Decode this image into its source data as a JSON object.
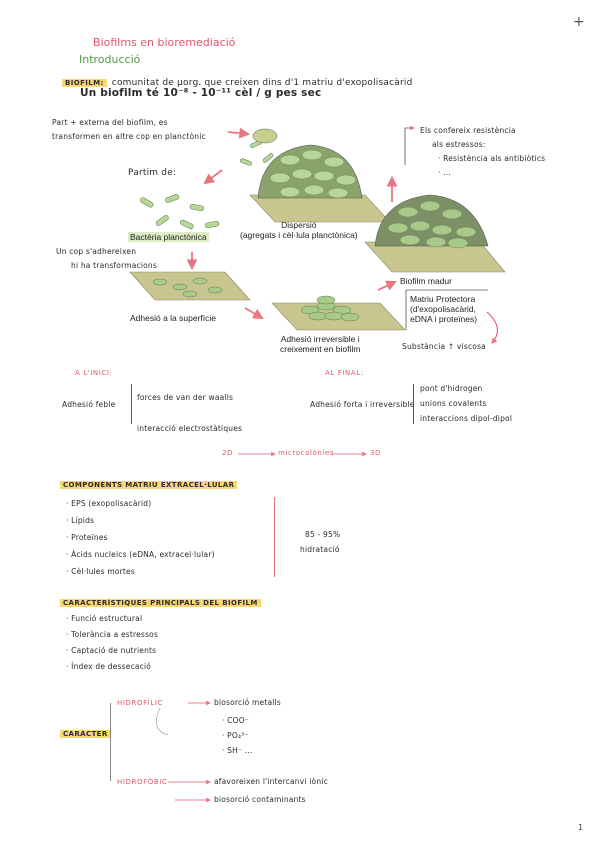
{
  "header": {
    "title": "Biofilms en bioremediació",
    "plus": "+"
  },
  "intro": {
    "heading": "Introducció",
    "tag": "BIOFILM:",
    "definition": "comunitat de μorg. que creixen dins d'1 matriu d'exopolisacàrid",
    "density": "Un biofilm té 10⁻⁸ - 10⁻¹¹ cèl / g pes sec"
  },
  "diagram": {
    "note_left": [
      "Part + externa del biofilm, es",
      "transformen en altre cop en planctònic"
    ],
    "partim_de": "Partim de:",
    "bacteria_label": "Bactèria planctònica",
    "cop_adhereixen": [
      "Un cop s'adhereixen",
      "hi ha transformacions"
    ],
    "adhesio_superficie": "Adhesió a la superfície",
    "adhesio_irreversible": [
      "Adhesió irreversible i",
      "creixement en biofilm"
    ],
    "dispersio": [
      "Dispersió",
      "(agregats i cèl·lula planctònica)"
    ],
    "confereix": [
      "Els confereix resistència",
      "als estressos:"
    ],
    "resist_items": [
      "Resistència als antibiòtics",
      "..."
    ],
    "biofilm_madur": "Biofilm madur",
    "matriu": [
      "Matriu Protectora",
      "(d'exopolisacàrid,",
      "eDNA i proteïnes)"
    ],
    "substancia": "Substància ↑ viscosa"
  },
  "adhesion": {
    "start_label": "A L'INICI:",
    "end_label": "AL FINAL:",
    "feble": "Adhesió feble",
    "feble_items": [
      "forces de van der waalls",
      "interacció electrostàtiques"
    ],
    "forta": "Adhesió forta i irreversible",
    "forta_items": [
      "pont d'hidrogen",
      "unions covalents",
      "interaccions dipol-dipol"
    ],
    "flow": [
      "2D",
      "microcolònies",
      "3D"
    ]
  },
  "matrix": {
    "heading": "COMPONENTS MATRIU EXTRACEL·LULAR",
    "items": [
      "EPS (exopolisacàrid)",
      "Lípids",
      "Proteïnes",
      "Àcids nucleics (eDNA, extracel·lular)",
      "Cèl·lules mortes"
    ],
    "hydration_value": "85 - 95%",
    "hydration_label": "hidratació"
  },
  "characteristics": {
    "heading": "CARACTERÍSTIQUES PRINCIPALS DEL BIOFILM",
    "items": [
      "Funció estructural",
      "Tolerància a estressos",
      "Captació de nutrients",
      "Índex de dessecació"
    ]
  },
  "character": {
    "label": "CARÀCTER",
    "hidrofilic": "HIDROFÍLIC",
    "hidrofobic": "HIDROFÒBIC",
    "bio_metalls": "biosorció metalls",
    "ions": [
      "COO⁻",
      "PO₄³⁻",
      "SH⁻ ..."
    ],
    "afavoreixen": "afavoreixen l'intercanvi iònic",
    "contaminants": "biosorció contaminants"
  },
  "footer": {
    "page_number": "1"
  },
  "colors": {
    "pink": "#e0566b",
    "green": "#4e9a3b",
    "highlight": "#f7d774",
    "arrow": "#e8767f",
    "biofilm": "#a9c98a",
    "substrate": "#c9c58f"
  }
}
